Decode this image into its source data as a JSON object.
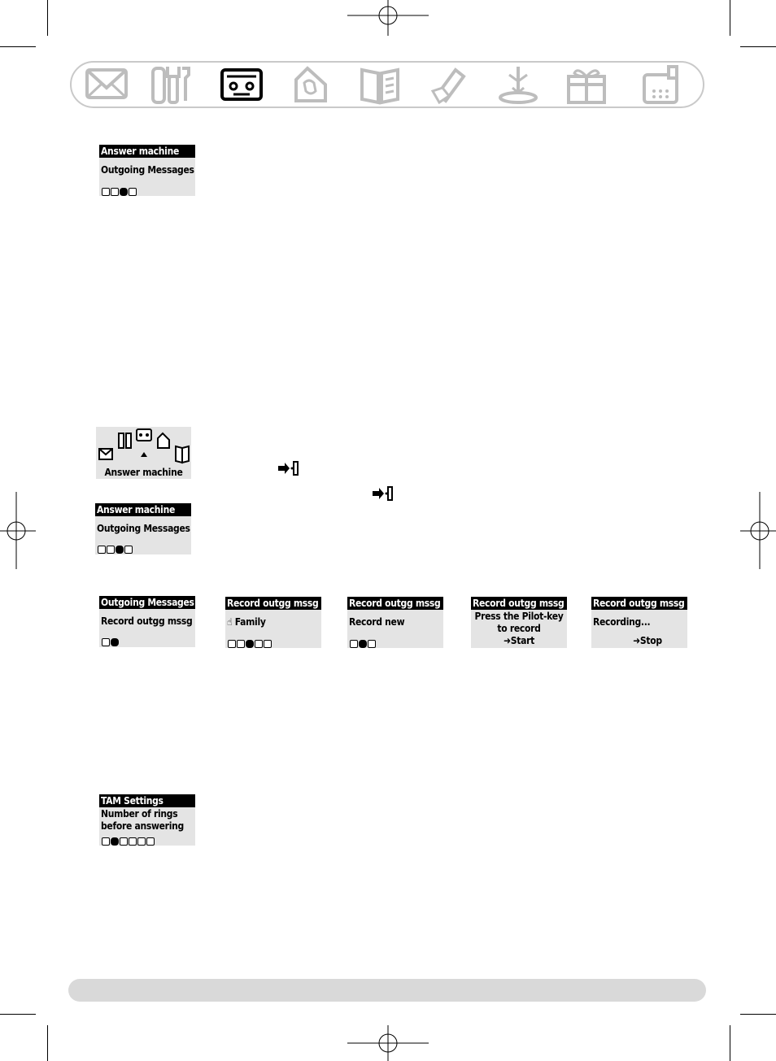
{
  "toolbar": {
    "icons": [
      "envelope-icon",
      "tools-icon",
      "answer-machine-icon",
      "phone-house-icon",
      "phonebook-icon",
      "pen-icon",
      "antenna-icon",
      "gift-icon",
      "calculator-icon"
    ],
    "selected": "answer-machine-icon"
  },
  "screen1": {
    "header": "Answer machine",
    "line1": "Outgoing Messages"
  },
  "menu_screen": {
    "label": "Answer machine"
  },
  "screen2": {
    "header": "Answer machine",
    "line1": "Outgoing Messages"
  },
  "screen3": {
    "header": "Outgoing Messages",
    "line1": "Record outgg mssg"
  },
  "screen4": {
    "header": "Record outgg mssg",
    "line1": "Family"
  },
  "screen5": {
    "header": "Record outgg mssg",
    "line1": "Record new"
  },
  "screen6": {
    "header": "Record outgg mssg",
    "line1": "Press the Pilot-key",
    "line2": "to record",
    "line3": "Start"
  },
  "screen7": {
    "header": "Record outgg mssg",
    "line1": "Recording...",
    "line3": "Stop"
  },
  "screen8": {
    "header": "TAM Settings",
    "line1": "Number of rings",
    "line2": "before answering"
  }
}
